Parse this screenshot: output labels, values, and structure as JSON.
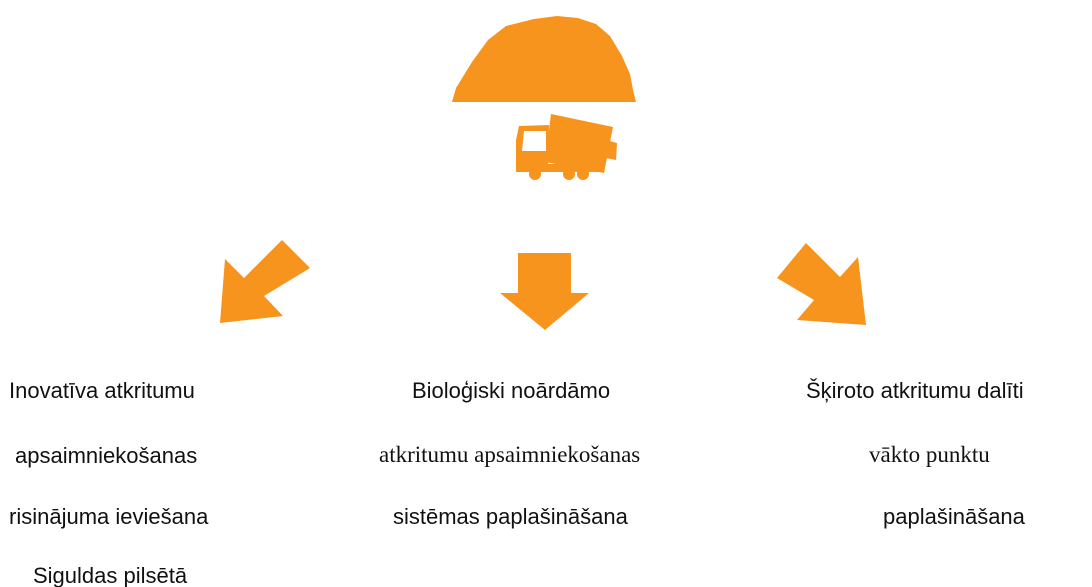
{
  "colors": {
    "accent": "#F7941D",
    "text": "#111111",
    "window": "#FFFFFF"
  },
  "icons": {
    "top": "waste-pile-icon",
    "truck": "garbage-truck-icon",
    "left_arrow": "arrow-down-left-icon",
    "middle_arrow": "arrow-down-icon",
    "right_arrow": "arrow-down-right-icon"
  },
  "columns": {
    "left": {
      "line1": "Inovatīva atkritumu",
      "line2": "apsaimniekošanas",
      "line3": "risinājuma ieviešana",
      "line4": "Siguldas pilsētā"
    },
    "middle": {
      "line1": "Bioloģiski noārdāmo",
      "line2": "atkritumu apsaimniekošanas",
      "line3": "sistēmas paplašināšana"
    },
    "right": {
      "line1": "Šķiroto atkritumu dalīti",
      "line2": "vākto punktu",
      "line3": "paplašināšana"
    }
  }
}
